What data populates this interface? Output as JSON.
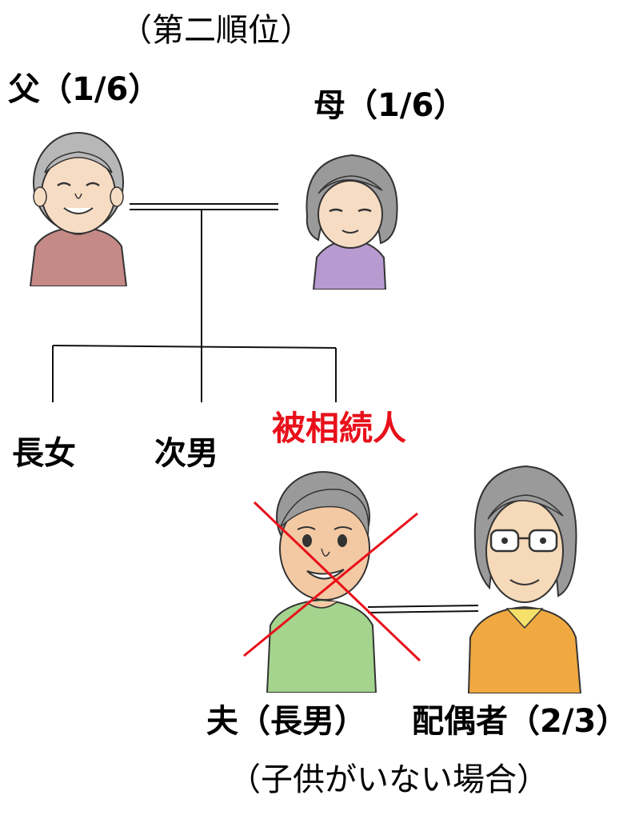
{
  "header": {
    "order_label": "（第二順位）"
  },
  "people": {
    "father": {
      "label": "父（1/6）"
    },
    "mother": {
      "label": "母（1/6）"
    },
    "eldest_daughter": {
      "label": "長女"
    },
    "second_son": {
      "label": "次男"
    },
    "deceased_tag": {
      "label": "被相続人"
    },
    "husband": {
      "label": "夫（長男）"
    },
    "spouse": {
      "label": "配偶者（2/3）"
    }
  },
  "footer": {
    "condition_label": "（子供がいない場合）"
  },
  "colors": {
    "deceased_mark": "#e8101a",
    "father_shirt": "#c58a86",
    "mother_shirt": "#b79ad0",
    "husband_shirt": "#a5d48e",
    "spouse_shirt": "#f0a940"
  }
}
